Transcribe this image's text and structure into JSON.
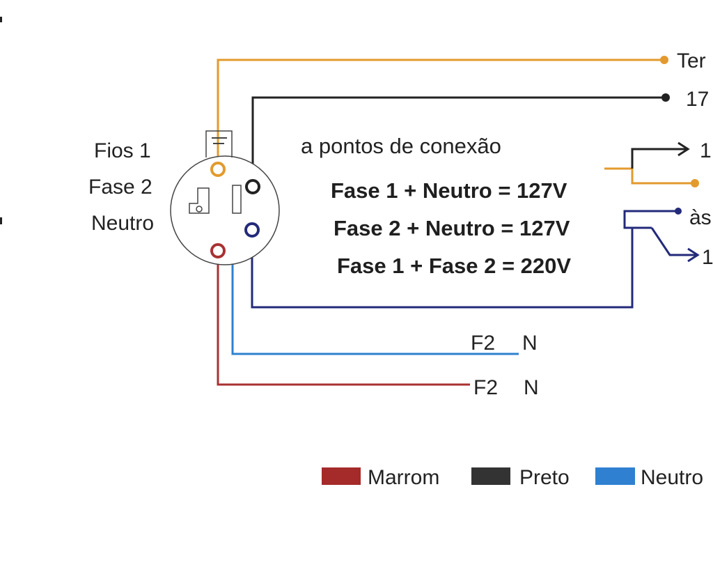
{
  "socket_labels": {
    "fios": "Fios 1",
    "fase2": "Fase 2",
    "neutro": "Neutro"
  },
  "heading": "a pontos de conexão",
  "equations": [
    "Fase 1 + Neutro = 127V",
    "Fase 2 + Neutro = 127V",
    "Fase 1 + Fase 2 = 220V"
  ],
  "right_labels": {
    "terra": "Ter",
    "top_value": "17",
    "arrow_top": "1",
    "dot_label": "às",
    "arrow_bottom": "1"
  },
  "bottom_labels": {
    "blue_f2": "F2",
    "blue_n": "N",
    "red_f2": "F2",
    "red_n": "N"
  },
  "legend": [
    {
      "label": "Marrom",
      "color": "#a52a2a"
    },
    {
      "label": "Preto",
      "color": "#333333"
    },
    {
      "label": "Neutro",
      "color": "#2f80d0"
    }
  ],
  "colors": {
    "orange": "#e39a2d",
    "black": "#222222",
    "navy": "#232a7a",
    "blue": "#2f80d0",
    "red": "#a83232"
  }
}
